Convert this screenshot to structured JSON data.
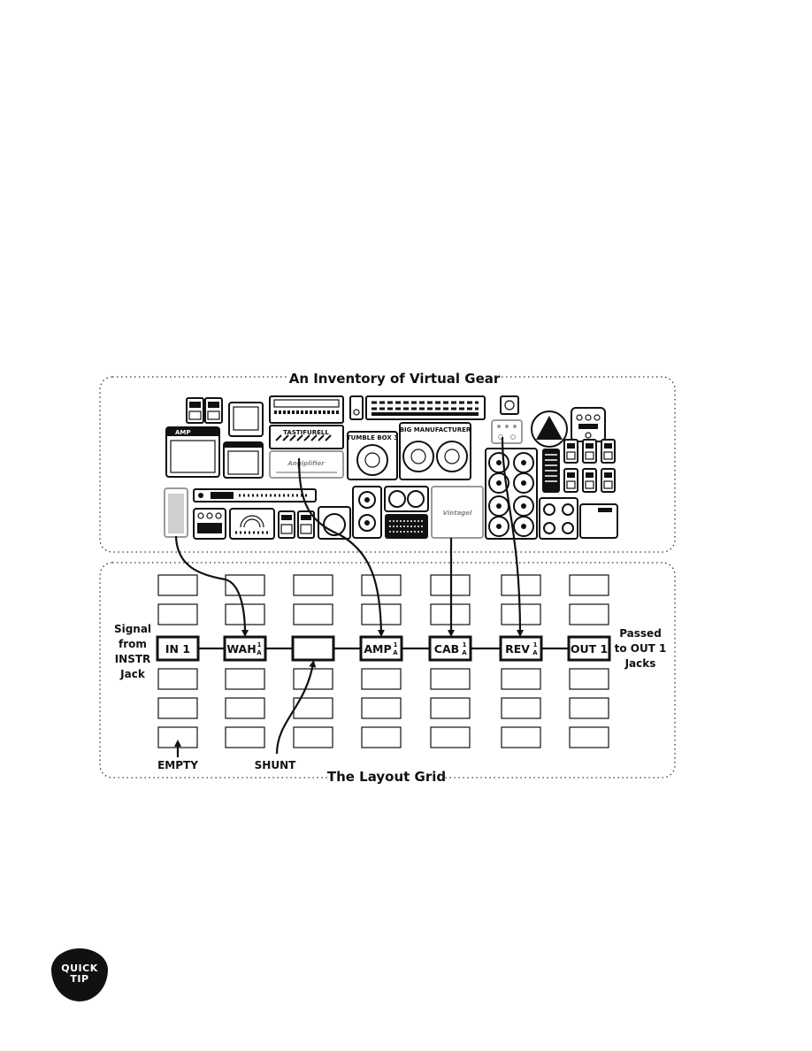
{
  "inventory": {
    "title": "An Inventory of Virtual Gear",
    "gear_labels": {
      "rack_unit": "",
      "head_unit": "TASTIFURELL",
      "combo_sign": "Angiplifier",
      "small_combo": "TUMBLE BOX 3",
      "big_combo": "BIG MANUFACTURER",
      "script_cab": "Vintagel"
    }
  },
  "grid": {
    "title": "The Layout Grid",
    "left_note": [
      "Signal",
      "from",
      "INSTR",
      "Jack"
    ],
    "right_note": [
      "Passed",
      "to OUT 1",
      "Jacks"
    ],
    "chain": [
      {
        "label": "IN 1",
        "badge": false
      },
      {
        "label": "WAH",
        "badge": true
      },
      {
        "label": "",
        "badge": false
      },
      {
        "label": "AMP",
        "badge": true
      },
      {
        "label": "CAB",
        "badge": true
      },
      {
        "label": "REV",
        "badge": true
      },
      {
        "label": "OUT 1",
        "badge": false
      }
    ],
    "badge_top": "1",
    "badge_bottom": "A",
    "callouts": {
      "empty": "EMPTY",
      "shunt": "SHUNT"
    }
  },
  "quick_tip": {
    "line1": "QUICK",
    "line2": "TIP"
  },
  "colors": {
    "ink": "#111111",
    "background": "#ffffff",
    "faded_gear": "#9a9a9a"
  }
}
